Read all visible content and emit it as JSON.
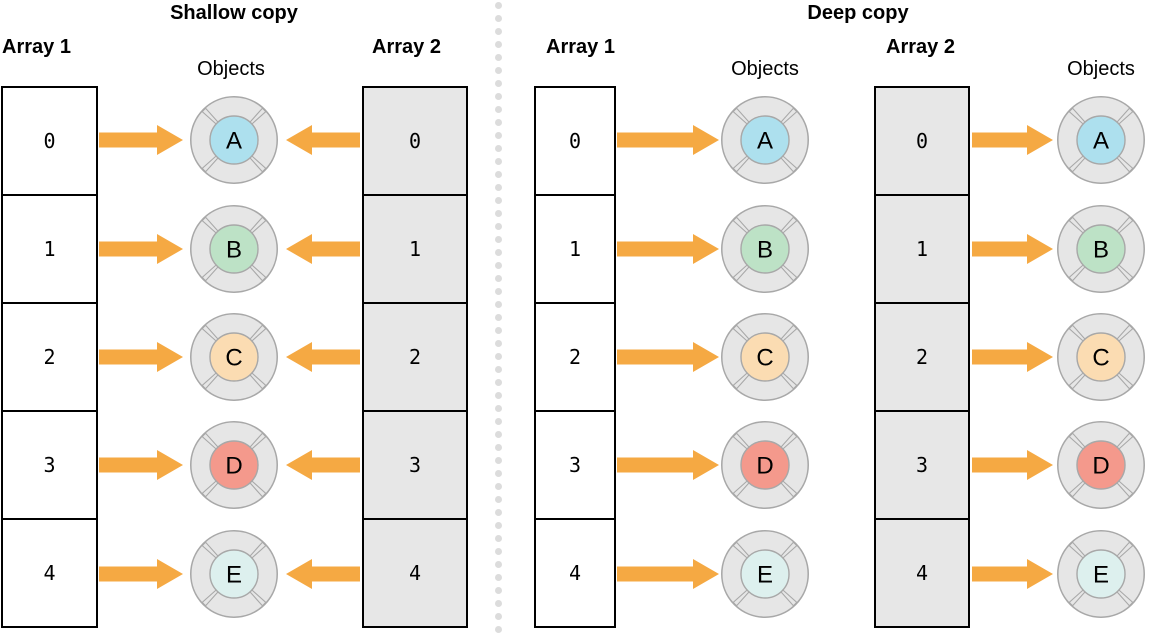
{
  "figure": {
    "panels": [
      {
        "id": "shallow",
        "title": "Shallow copy",
        "columns": [
          {
            "id": "shallow-array-1",
            "label": "Array 1",
            "style": "bold",
            "fill": "white"
          },
          {
            "id": "shallow-objects",
            "label": "Objects",
            "style": "plain"
          },
          {
            "id": "shallow-array-2",
            "label": "Array 2",
            "style": "bold",
            "fill": "grey"
          }
        ],
        "array_1_indices": [
          "0",
          "1",
          "2",
          "3",
          "4"
        ],
        "array_2_indices": [
          "0",
          "1",
          "2",
          "3",
          "4"
        ],
        "objects": [
          "A",
          "B",
          "C",
          "D",
          "E"
        ],
        "arrows_left_to_right": true,
        "arrows_right_to_left": true,
        "shared_objects": true
      },
      {
        "id": "deep",
        "title": "Deep copy",
        "columns": [
          {
            "id": "deep-array-1",
            "label": "Array 1",
            "style": "bold",
            "fill": "white"
          },
          {
            "id": "deep-objects-1",
            "label": "Objects",
            "style": "plain"
          },
          {
            "id": "deep-array-2",
            "label": "Array 2",
            "style": "bold",
            "fill": "grey"
          },
          {
            "id": "deep-objects-2",
            "label": "Objects",
            "style": "plain"
          }
        ],
        "array_1_indices": [
          "0",
          "1",
          "2",
          "3",
          "4"
        ],
        "array_2_indices": [
          "0",
          "1",
          "2",
          "3",
          "4"
        ],
        "objects_1": [
          "A",
          "B",
          "C",
          "D",
          "E"
        ],
        "objects_2": [
          "A",
          "B",
          "C",
          "D",
          "E"
        ],
        "arrows_left_to_right": true,
        "shared_objects": false
      }
    ],
    "object_colors": {
      "A": "#ade0ee",
      "B": "#bde2c6",
      "C": "#fbdcb2",
      "D": "#f4998c",
      "E": "#ddf0ee"
    },
    "palette": {
      "arrow": "#f5a943",
      "cell_fill_white": "#ffffff",
      "cell_fill_grey": "#e7e7e7",
      "cell_border": "#000000",
      "object_ring_fill": "#e6e6e6",
      "object_ring_stroke": "#a8a8a8",
      "divider_dot": "#dcdcdc",
      "text": "#000000"
    },
    "divider": {
      "style": "dotted-vertical",
      "dot_count": 49
    }
  }
}
